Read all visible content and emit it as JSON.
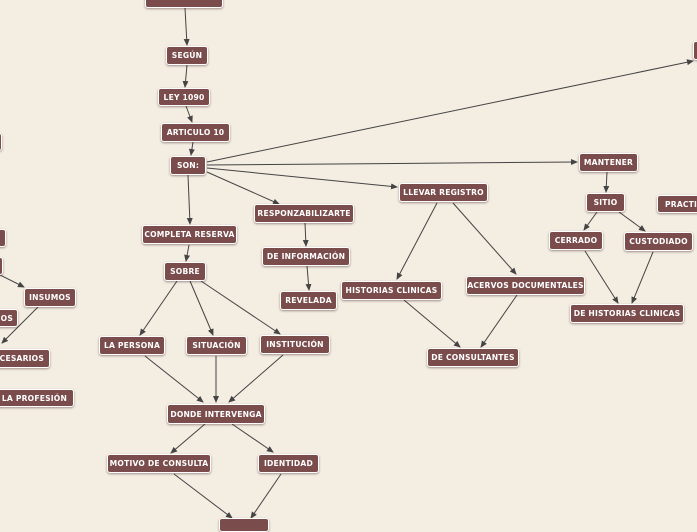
{
  "nodes": {
    "top_cut": "",
    "segun": "SEGÚN",
    "ley": "LEY 1090",
    "articulo": "ARTICULO 10",
    "son": "SON:",
    "completa_reserva": "COMPLETA RESERVA",
    "responzabilizarte": "RESPONZABILIZARTE",
    "de_informacion": "DE INFORMACIÓN",
    "revelada": "REVELADA",
    "sobre": "SOBRE",
    "la_persona": "LA PERSONA",
    "situacion": "SITUACIÓN",
    "institucion": "INSTITUCIÓN",
    "donde_intervenga": "DONDE INTERVENGA",
    "motivo_consulta": "MOTIVO DE CONSULTA",
    "identidad": "IDENTIDAD",
    "llevar_registro": "LLEVAR REGISTRO",
    "historias_clinicas": "HISTORIAS CLINICAS",
    "acervos_documentales": "ACERVOS DOCUMENTALES",
    "de_consultantes": "DE CONSULTANTES",
    "mantener": "MANTENER",
    "sitio": "SITIO",
    "cerrado": "CERRADO",
    "custodiado": "CUSTODIADO",
    "de_historias_clinicas": "DE HISTORIAS CLINICAS",
    "practic": "PRACTIC",
    "insumos": "INSUMOS",
    "os": "OS",
    "ecesarios": "ECESARIOS",
    "de_la_profesion": "DE LA PROFESIÓN"
  },
  "colors": {
    "background": "#f3ede2",
    "node_fill": "#7a4c4c",
    "node_text": "#ffffff",
    "edge": "#444444"
  }
}
